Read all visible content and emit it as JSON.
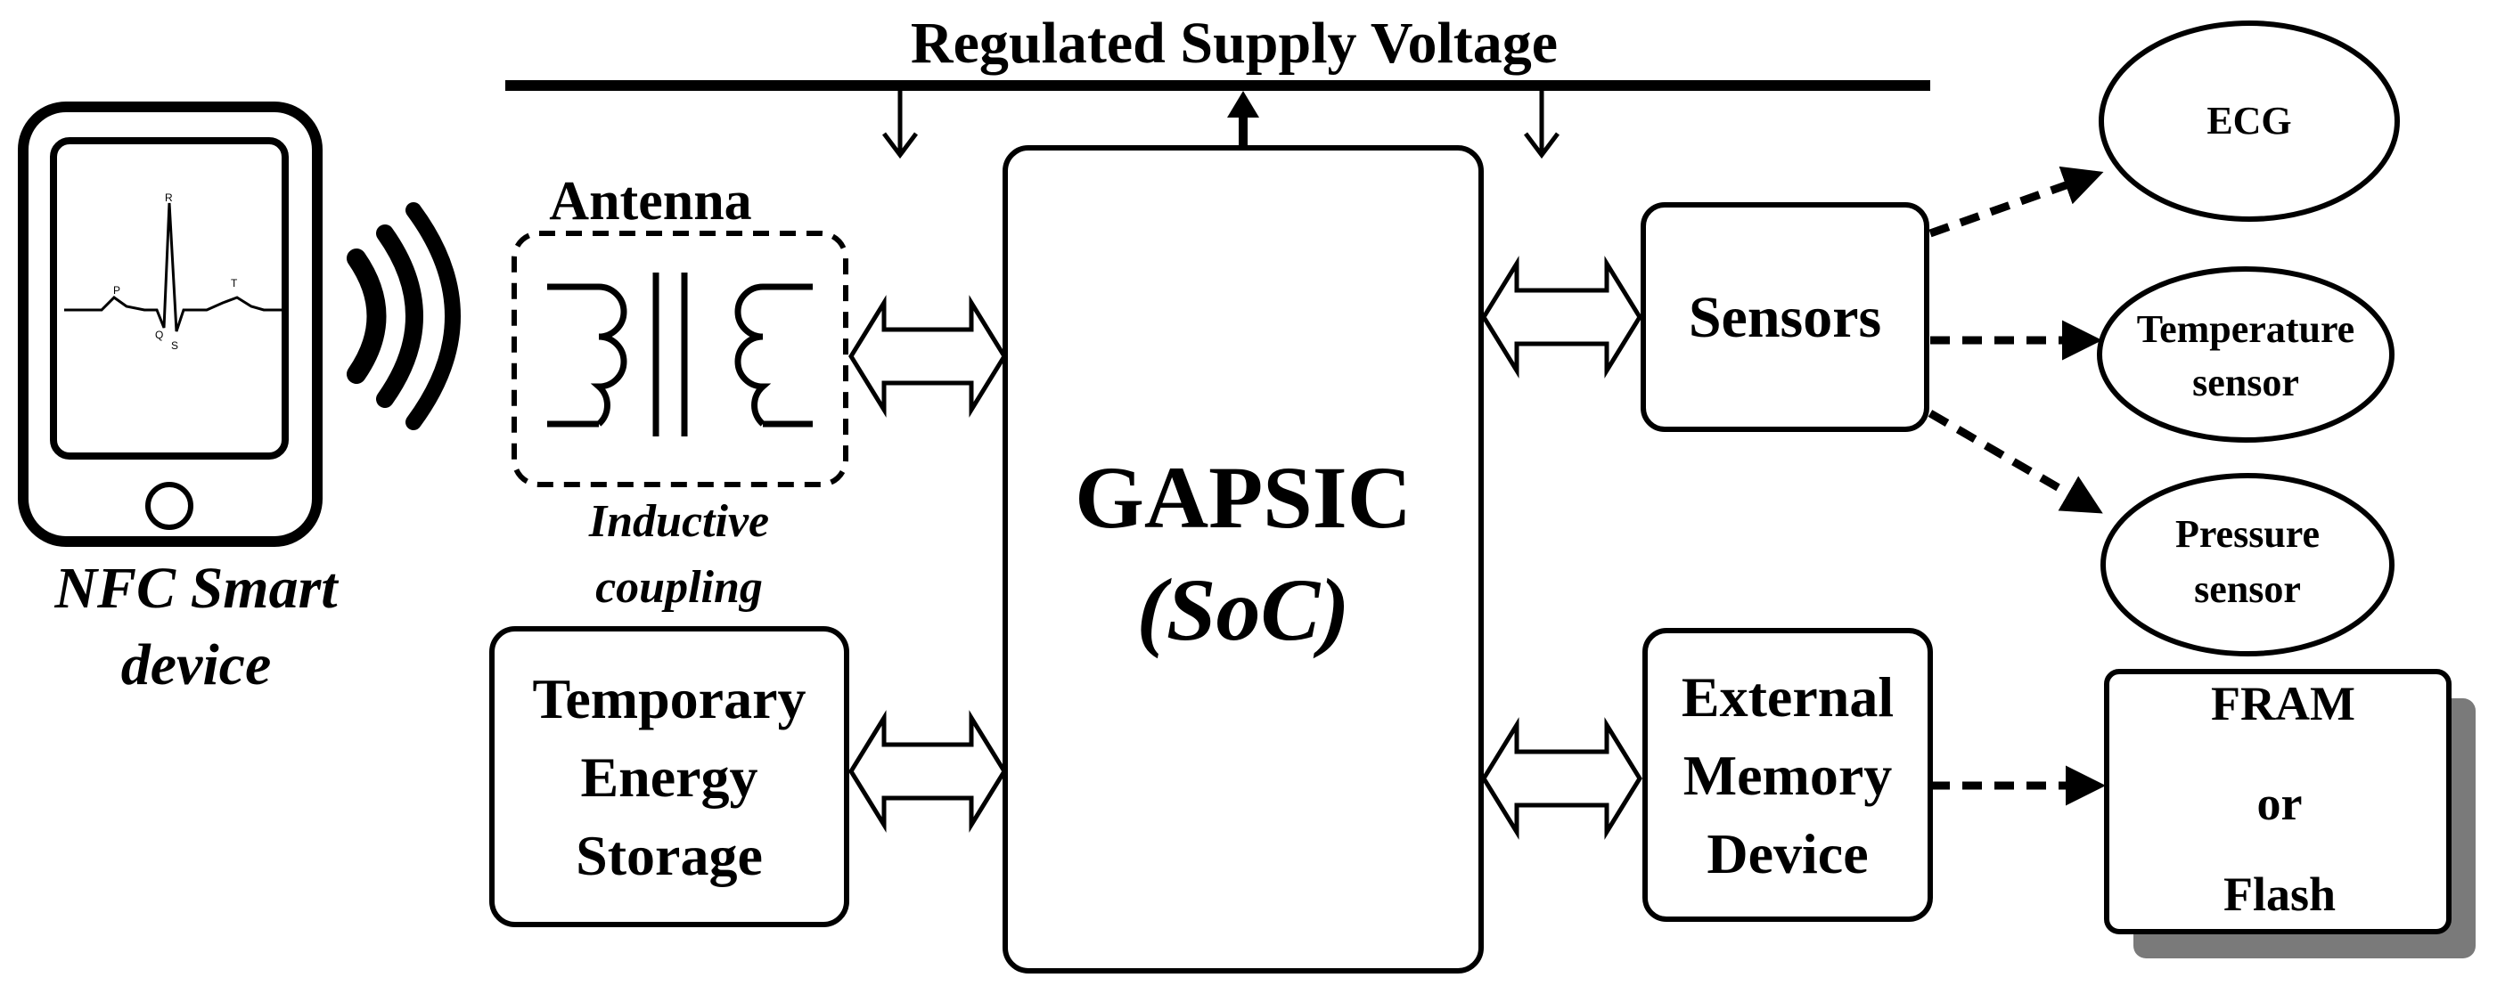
{
  "diagram": {
    "supply_label": "Regulated Supply Voltage",
    "phone": {
      "label_line1": "NFC Smart",
      "label_line2": "device",
      "ecg_letters": [
        "P",
        "R",
        "Q",
        "S",
        "T"
      ]
    },
    "antenna": {
      "label": "Antenna",
      "coupling_line1": "Inductive",
      "coupling_line2": "coupling"
    },
    "storage": {
      "line1": "Temporary",
      "line2": "Energy",
      "line3": "Storage"
    },
    "soc": {
      "line1": "GAPSIC",
      "line2": "(SoC)"
    },
    "sensors": {
      "label": "Sensors"
    },
    "ext_memory": {
      "line1": "External",
      "line2": "Memory",
      "line3": "Device"
    },
    "ecg": {
      "label": "ECG"
    },
    "temperature": {
      "line1": "Temperature",
      "line2": "sensor"
    },
    "pressure": {
      "line1": "Pressure",
      "line2": "sensor"
    },
    "fram": {
      "line1": "FRAM",
      "line2": "or",
      "line3": "Flash"
    }
  }
}
